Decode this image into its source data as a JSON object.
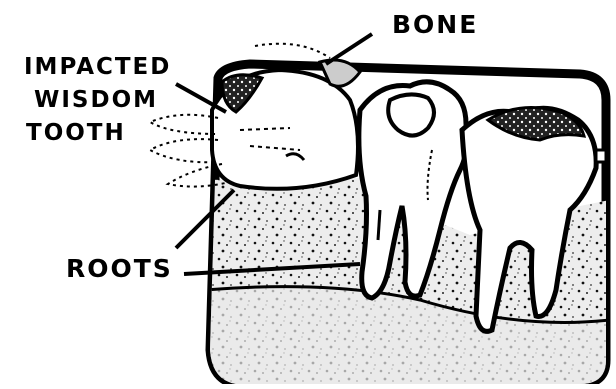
{
  "labels": {
    "bone": "BONE",
    "impacted_line1": "IMPACTED",
    "impacted_line2": "WISDOM",
    "impacted_line3": "TOOTH",
    "roots": "ROOTS"
  },
  "colors": {
    "ink": "#000000",
    "paper": "#ffffff",
    "bone_fill": "#ececec"
  }
}
